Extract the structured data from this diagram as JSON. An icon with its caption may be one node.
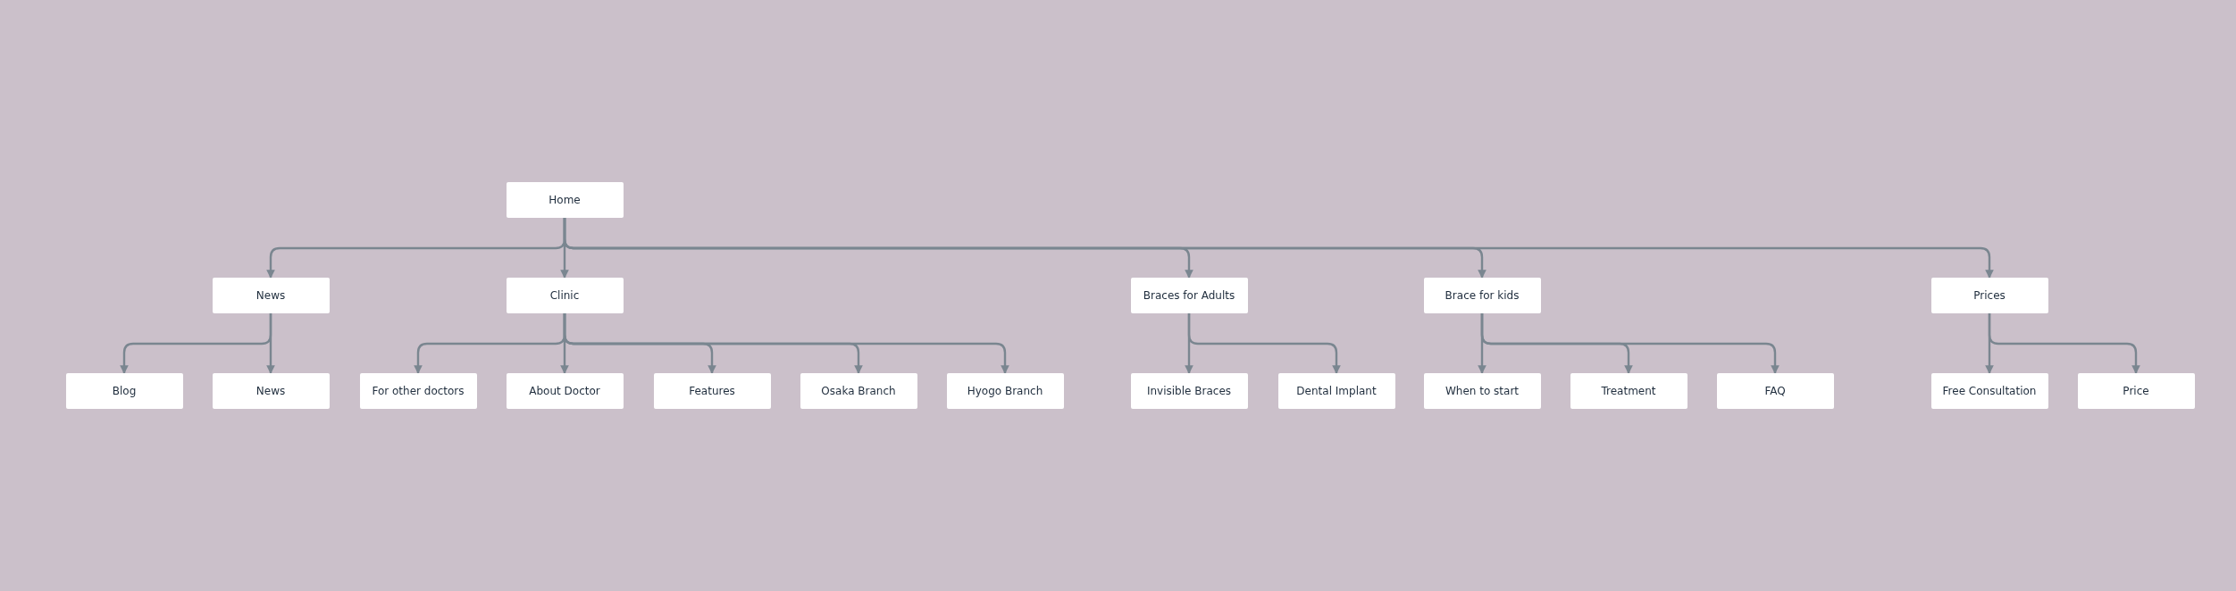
{
  "diagram": {
    "nodes": [
      {
        "text": [
          "Home"
        ]
      },
      {
        "text": [
          "News"
        ]
      },
      {
        "text": [
          "Clinic"
        ]
      },
      {
        "text": [
          "Braces for Adults"
        ]
      },
      {
        "text": [
          "Brace for kids"
        ]
      },
      {
        "text": [
          "Prices"
        ]
      },
      {
        "text": [
          "Blog"
        ]
      },
      {
        "text": [
          "News"
        ]
      },
      {
        "text": [
          "For other doctors"
        ]
      },
      {
        "text": [
          "About Doctor"
        ]
      },
      {
        "text": [
          "Features"
        ]
      },
      {
        "text": [
          "Osaka Branch"
        ]
      },
      {
        "text": [
          "Hyogo Branch"
        ]
      },
      {
        "text": [
          "Invisible Braces"
        ]
      },
      {
        "text": [
          "Dental Implant"
        ]
      },
      {
        "text": [
          "When to start"
        ]
      },
      {
        "text": [
          "Treatment"
        ]
      },
      {
        "text": [
          "FAQ"
        ]
      },
      {
        "text": [
          "Free Consultation"
        ]
      },
      {
        "text": [
          "Price"
        ]
      }
    ],
    "edges": [
      {
        "from": 0,
        "to": 1,
        "arrow": "to"
      },
      {
        "from": 0,
        "to": 2,
        "arrow": "to"
      },
      {
        "from": 0,
        "to": 3,
        "arrow": "to"
      },
      {
        "from": 0,
        "to": 4,
        "arrow": "to"
      },
      {
        "from": 0,
        "to": 5,
        "arrow": "to"
      },
      {
        "from": 1,
        "to": 6,
        "arrow": "to"
      },
      {
        "from": 1,
        "to": 7,
        "arrow": "to"
      },
      {
        "from": 2,
        "to": 8,
        "arrow": "to"
      },
      {
        "from": 2,
        "to": 9,
        "arrow": "to"
      },
      {
        "from": 2,
        "to": 10,
        "arrow": "to"
      },
      {
        "from": 2,
        "to": 11,
        "arrow": "to"
      },
      {
        "from": 2,
        "to": 12,
        "arrow": "to"
      },
      {
        "from": 3,
        "to": 13,
        "arrow": "to"
      },
      {
        "from": 3,
        "to": 14,
        "arrow": "to"
      },
      {
        "from": 4,
        "to": 15,
        "arrow": "to"
      },
      {
        "from": 4,
        "to": 16,
        "arrow": "to"
      },
      {
        "from": 4,
        "to": 17,
        "arrow": "to"
      },
      {
        "from": 5,
        "to": 18,
        "arrow": "to"
      },
      {
        "from": 5,
        "to": 19,
        "arrow": "to"
      }
    ]
  }
}
